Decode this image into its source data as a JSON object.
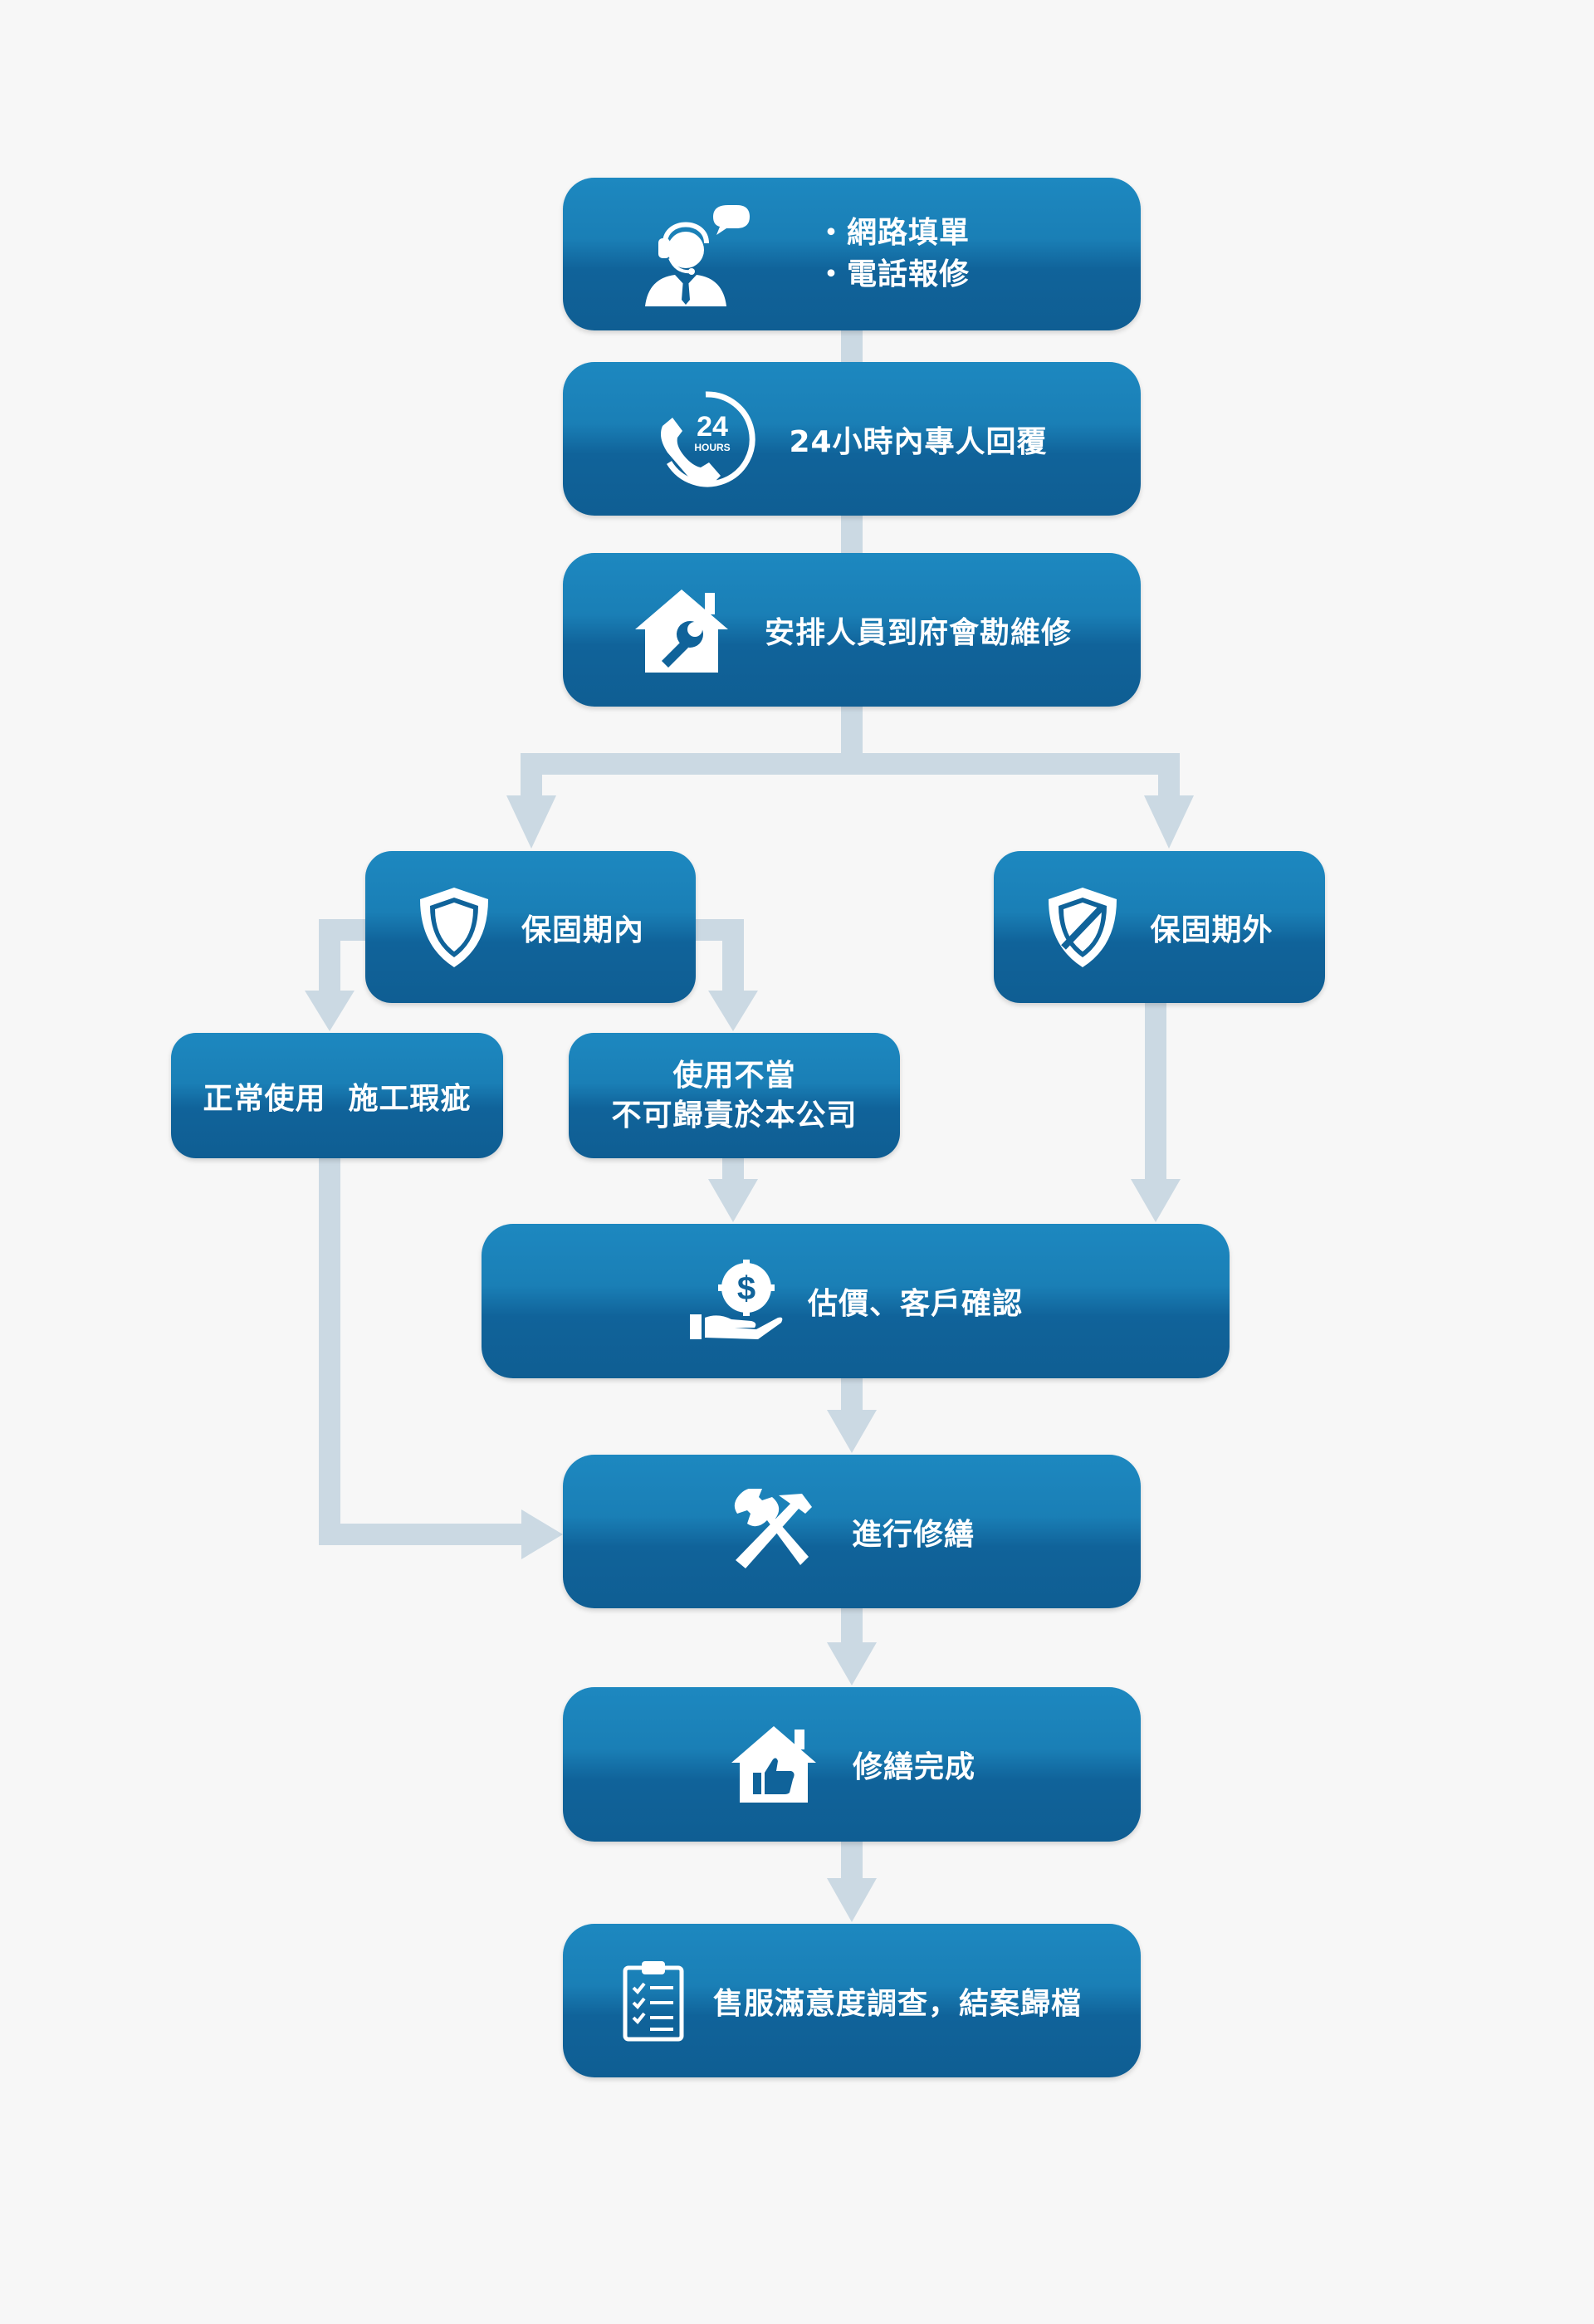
{
  "colors": {
    "background": "#f7f7f7",
    "box_top": "#1d88c0",
    "box_bottom": "#0f5e93",
    "connector": "#cbd9e3",
    "text": "#ffffff"
  },
  "steps": {
    "contact": {
      "icon": "customer-service-headset-icon",
      "lines": [
        "・網路填單",
        "・電話報修"
      ]
    },
    "reply": {
      "icon": "phone-24-hours-icon",
      "icon_text": "24",
      "icon_subtext": "HOURS",
      "label": "24小時內專人回覆"
    },
    "visit": {
      "icon": "house-wrench-icon",
      "label": "安排人員到府會勘維修"
    },
    "in_warranty": {
      "icon": "shield-icon",
      "label": "保固期內"
    },
    "out_warranty": {
      "icon": "shield-slash-icon",
      "label": "保固期外"
    },
    "normal_use": {
      "label": "正常使用  施工瑕疵"
    },
    "misuse": {
      "lines": [
        "使用不當",
        "不可歸責於本公司"
      ]
    },
    "estimate": {
      "icon": "hand-dollar-gear-icon",
      "label": "估價、客戶確認"
    },
    "repair": {
      "icon": "tools-icon",
      "label": "進行修繕"
    },
    "complete": {
      "icon": "house-thumbs-up-icon",
      "label": "修繕完成"
    },
    "survey": {
      "icon": "clipboard-checklist-icon",
      "label": "售服滿意度調查，結案歸檔"
    }
  }
}
